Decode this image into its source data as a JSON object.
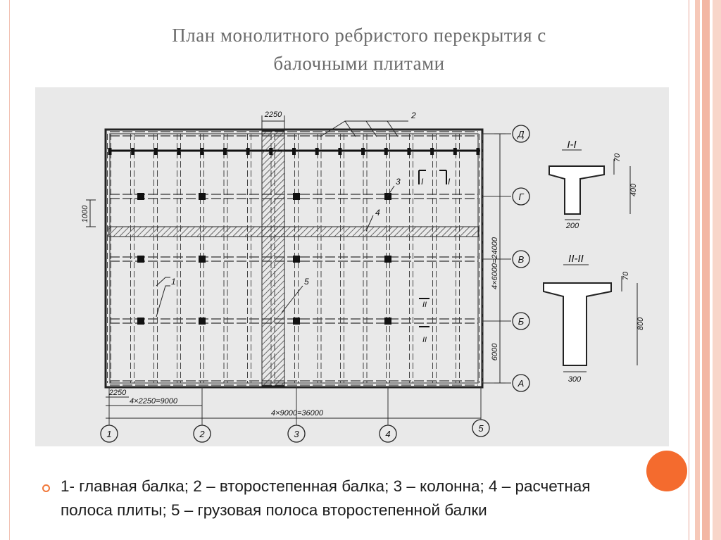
{
  "slide": {
    "title_line1": "План монолитного ребристого перекрытия с",
    "title_line2": "балочными плитами",
    "caption": "1- главная балка; 2 – второстепенная балка; 3 – колонна; 4 – расчетная полоса плиты; 5 – грузовая полоса второстепенной балки",
    "accent_color": "#f46b2e",
    "frame_color": "#e9a898"
  },
  "drawing": {
    "dim_top": "2250",
    "dim_left_strip": "1000",
    "dim_right_total": "4×6000=24000",
    "dim_right_bay": "6000",
    "dim_bottom_small": "2250",
    "dim_bottom_span": "4×2250=9000",
    "dim_bottom_total": "4×9000=36000",
    "section1_title": "I-I",
    "section1_flange": "70",
    "section1_height": "400",
    "section1_width": "200",
    "section2_title": "II-II",
    "section2_flange": "70",
    "section2_height": "800",
    "section2_width": "300",
    "axis_rows": [
      "Д",
      "Г",
      "В",
      "Б",
      "А"
    ],
    "axis_cols": [
      "1",
      "2",
      "3",
      "4",
      "5"
    ],
    "callouts": [
      "1",
      "2",
      "3",
      "4",
      "5"
    ],
    "cut_marks": [
      "I",
      "I",
      "II",
      "II"
    ]
  }
}
